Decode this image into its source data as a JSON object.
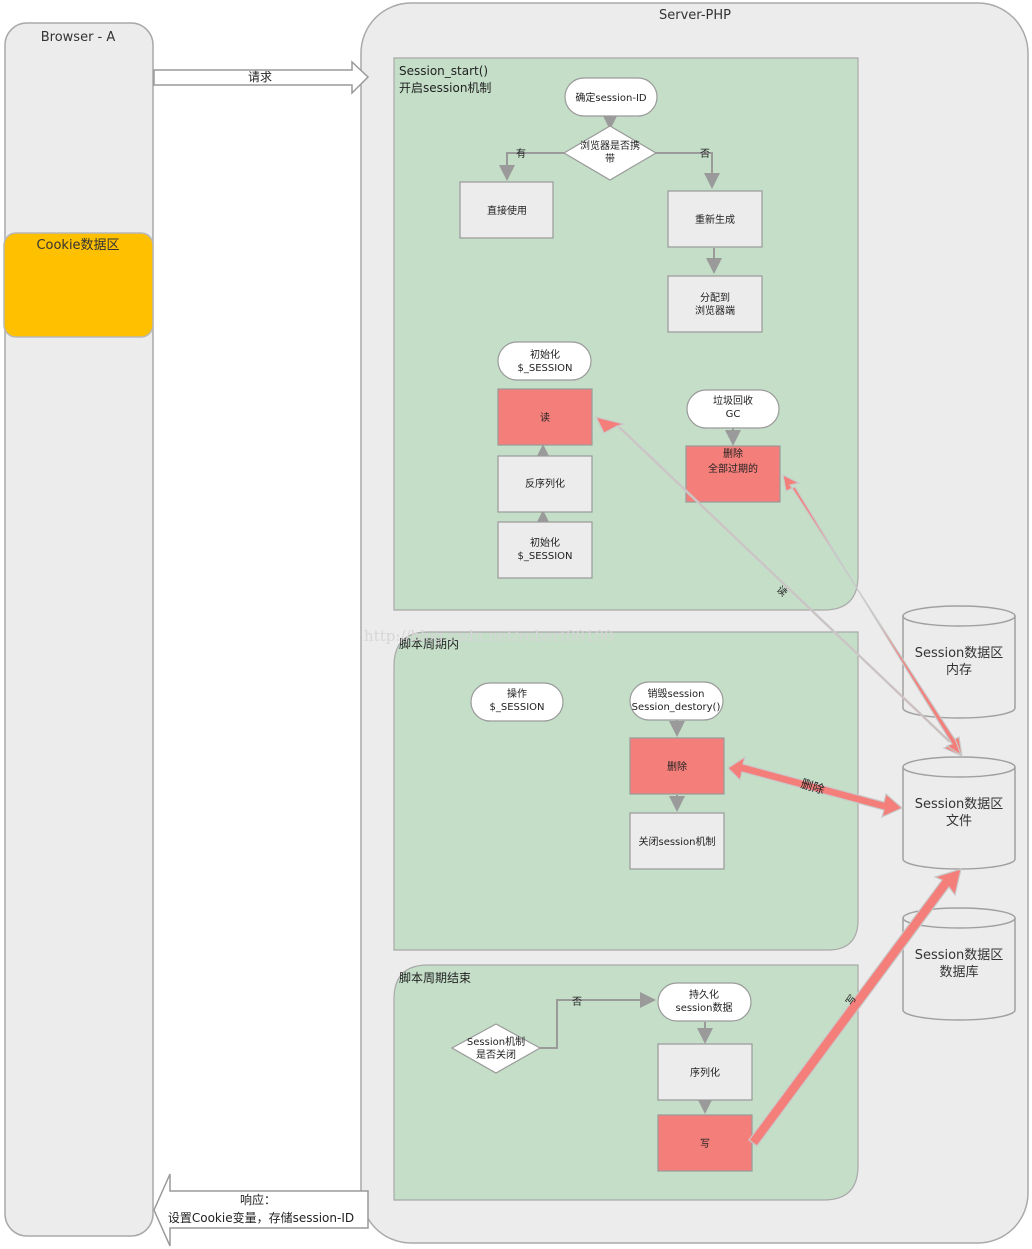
{
  "browser": {
    "title": "Browser - A",
    "cookie_area": "Cookie数据区"
  },
  "server": {
    "title": "Server-PHP"
  },
  "request_label": "请求",
  "response": {
    "line1": "响应：",
    "line2": "设置Cookie变量，存储session-ID"
  },
  "section_start": {
    "title_line1": "Session_start()",
    "title_line2": "开启session机制",
    "determine_id": "确定session-ID",
    "decision_line1": "浏览器是否携",
    "decision_line2": "带",
    "yes": "有",
    "no": "否",
    "use_directly": "直接使用",
    "regenerate": "重新生成",
    "assign_line1": "分配到",
    "assign_line2": "浏览器端",
    "init_line1": "初始化",
    "init_line2": "$_SESSION",
    "read": "读",
    "deserialize": "反序列化",
    "init2_line1": "初始化",
    "init2_line2": "$_SESSION",
    "gc_line1": "垃圾回收",
    "gc_line2": "GC",
    "delete_expired_line1": "删除",
    "delete_expired_line2": "全部过期的"
  },
  "section_script": {
    "title": "脚本周期内",
    "operate_line1": "操作",
    "operate_line2": "$_SESSION",
    "destroy_line1": "销毁session",
    "destroy_line2": "Session_destory()",
    "delete": "删除",
    "close": "关闭session机制"
  },
  "section_end": {
    "title": "脚本周期结束",
    "decision_line1": "Session机制",
    "decision_line2": "是否关闭",
    "no": "否",
    "persist_line1": "持久化",
    "persist_line2": "session数据",
    "serialize": "序列化",
    "write": "写"
  },
  "storage": {
    "memory_line1": "Session数据区",
    "memory_line2": "内存",
    "file_line1": "Session数据区",
    "file_line2": "文件",
    "db_line1": "Session数据区",
    "db_line2": "数据库"
  },
  "arrow_labels": {
    "read": "读",
    "delete": "删除",
    "write": "写"
  },
  "watermark": "http://blog.csdn.net/robert00100",
  "colors": {
    "panel_gray": "#ececec",
    "section_green": "#c4dec8",
    "cookie_orange": "#ffc000",
    "action_red": "#f47f7a",
    "box_gray": "#ececec"
  }
}
